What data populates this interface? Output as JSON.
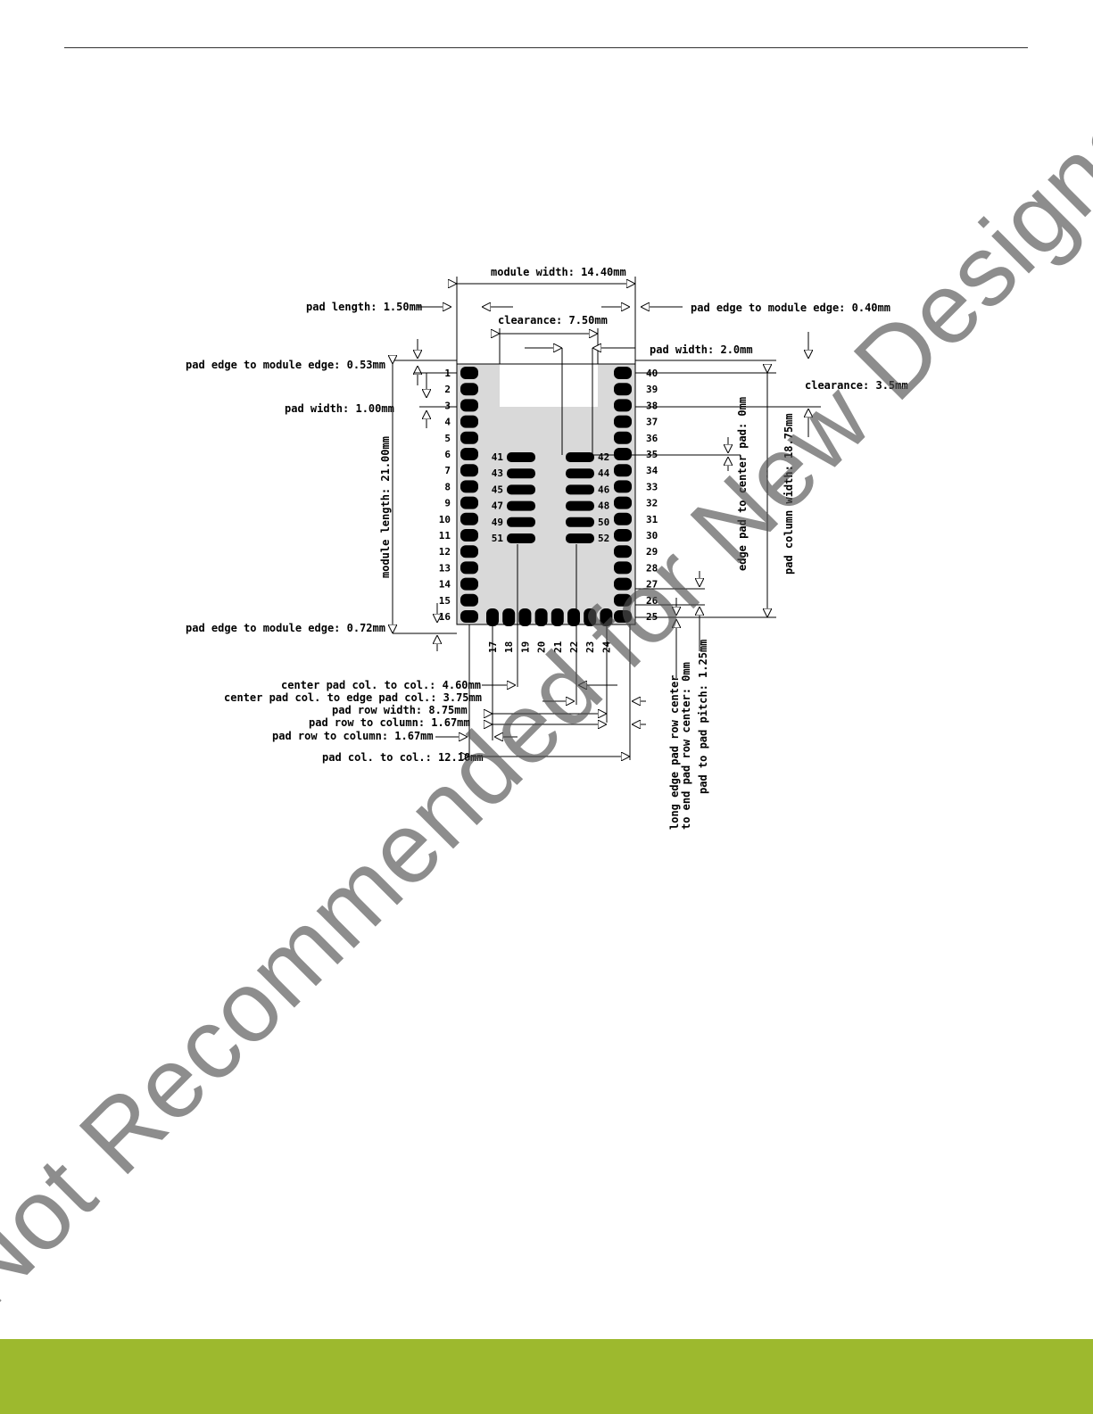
{
  "watermark": "Not Recommended for New Designs",
  "labels": {
    "module_width": "module width: 14.40mm",
    "pad_length": "pad length: 1.50mm",
    "pad_edge_top_right": "pad edge to module edge: 0.40mm",
    "clearance_750": "clearance: 7.50mm",
    "pad_width_20": "pad width: 2.0mm",
    "pad_edge_053": "pad edge to module edge: 0.53mm",
    "clearance_35": "clearance: 3.5mm",
    "pad_width_100": "pad width: 1.00mm",
    "module_length": "module length: 21.00mm",
    "edge_pad_center": "edge pad to center pad: 0mm",
    "pad_column_width": "pad column width: 18.75mm",
    "pad_edge_072": "pad edge to module edge: 0.72mm",
    "center_col_to_col": "center pad col. to col.: 4.60mm",
    "center_col_edge_col": "center pad col. to edge pad col.: 3.75mm",
    "pad_row_width": "pad row width: 8.75mm",
    "pad_row_to_col_a": "pad row to column: 1.67mm",
    "pad_row_to_col_b": "pad row to column: 1.67mm",
    "pad_col_to_col": "pad col. to col.: 12.10mm",
    "long_edge_line1": "long edge pad row center",
    "long_edge_line2": "to end pad row center: 0mm",
    "pad_pitch": "pad to pad pitch: 1.25mm"
  },
  "pins": {
    "left": [
      "1",
      "2",
      "3",
      "4",
      "5",
      "6",
      "7",
      "8",
      "9",
      "10",
      "11",
      "12",
      "13",
      "14",
      "15",
      "16"
    ],
    "right": [
      "40",
      "39",
      "38",
      "37",
      "36",
      "35",
      "34",
      "33",
      "32",
      "31",
      "30",
      "29",
      "28",
      "27",
      "26",
      "25"
    ],
    "bottom": [
      "17",
      "18",
      "19",
      "20",
      "21",
      "22",
      "23",
      "24"
    ],
    "center_left": [
      "41",
      "43",
      "45",
      "47",
      "49",
      "51"
    ],
    "center_right": [
      "42",
      "44",
      "46",
      "48",
      "50",
      "52"
    ]
  }
}
